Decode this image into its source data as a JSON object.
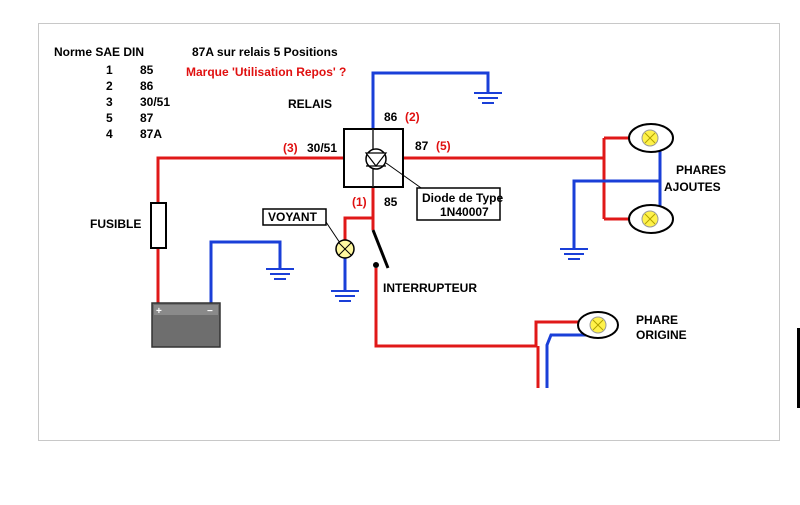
{
  "table": {
    "header": "Norme SAE  DIN",
    "rows": [
      {
        "sae": "1",
        "din": "85"
      },
      {
        "sae": "2",
        "din": "86"
      },
      {
        "sae": "3",
        "din": "30/51"
      },
      {
        "sae": "5",
        "din": "87"
      },
      {
        "sae": "4",
        "din": "87A"
      }
    ]
  },
  "note": {
    "line1": "87A sur relais 5 Positions",
    "line2": "Marque 'Utilisation Repos' ?"
  },
  "relay": {
    "title": "RELAIS",
    "pin86": "86",
    "pin86_num": "(2)",
    "pin3051": "30/51",
    "pin3051_num": "(3)",
    "pin87": "87",
    "pin87_num": "(5)",
    "pin85": "85",
    "pin85_num": "(1)"
  },
  "diode": {
    "line1": "Diode de Type",
    "line2": "1N40007"
  },
  "labels": {
    "voyant": "VOYANT",
    "fusible": "FUSIBLE",
    "interrupteur": "INTERRUPTEUR",
    "phares_ajoutes_1": "PHARES",
    "phares_ajoutes_2": "AJOUTES",
    "phare_origine_1": "PHARE",
    "phare_origine_2": "ORIGINE"
  },
  "colors": {
    "positive_wire": "#e01818",
    "ground_wire": "#1a3fd8"
  }
}
